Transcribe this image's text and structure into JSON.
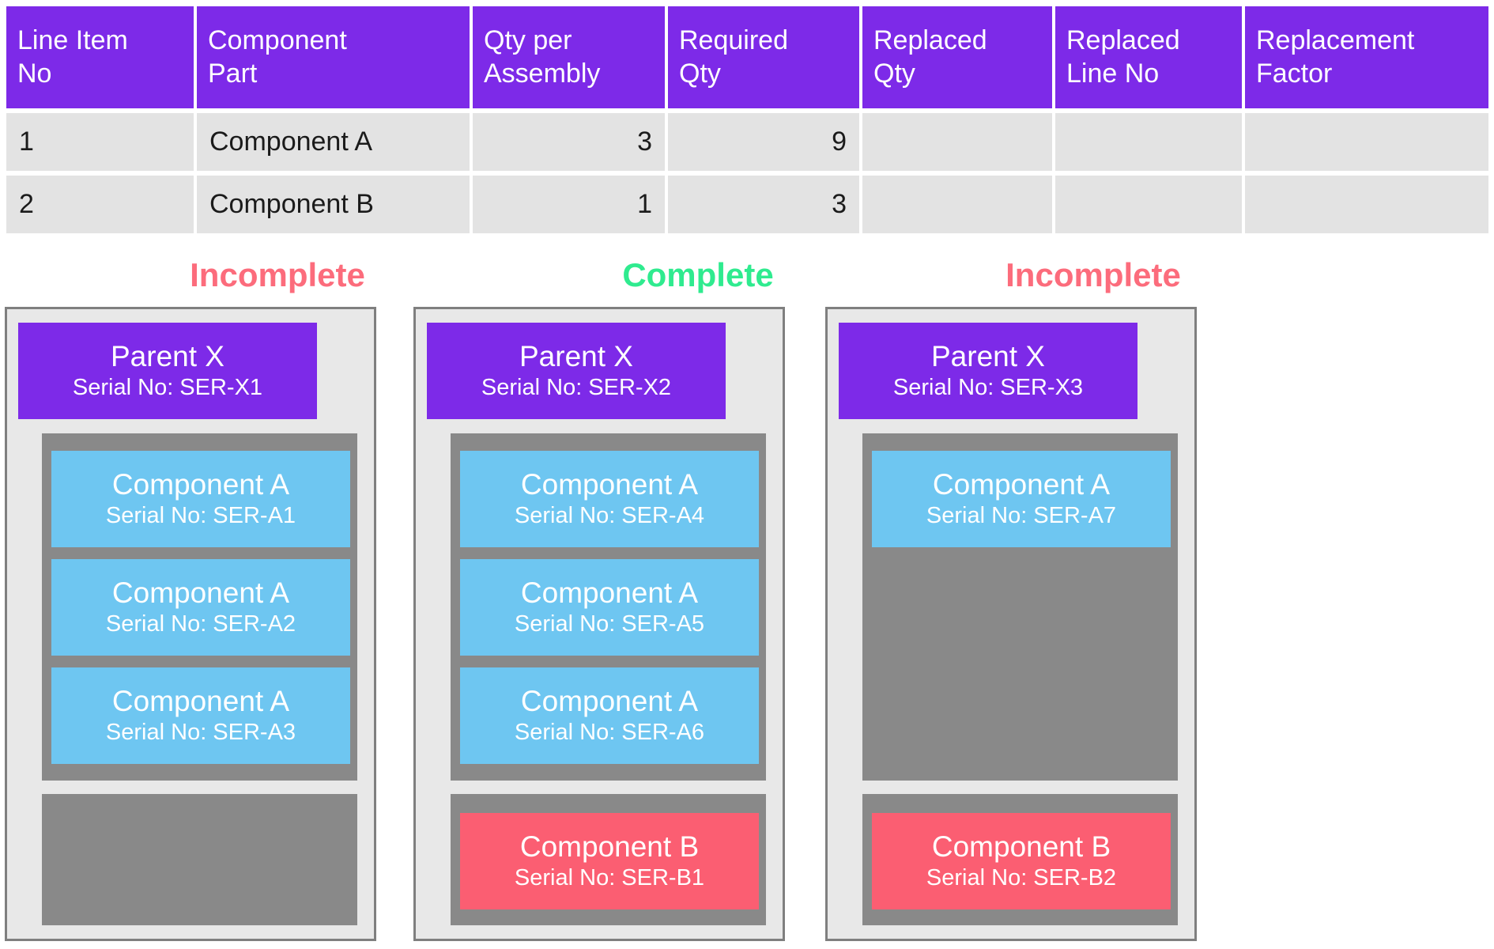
{
  "table": {
    "headers": [
      "Line Item\nNo",
      "Component\nPart",
      "Qty per\nAssembly",
      "Required\nQty",
      "Replaced\nQty",
      "Replaced\nLine No",
      "Replacement\nFactor"
    ],
    "rows": [
      [
        "1",
        "Component A",
        "3",
        "9",
        "",
        "",
        ""
      ],
      [
        "2",
        "Component B",
        "1",
        "3",
        "",
        "",
        ""
      ]
    ],
    "header_bg": "#7D2AE8",
    "header_text_color": "#FFFFFF",
    "row_bg": "#E3E3E3",
    "row_text_color": "#1B1B1B"
  },
  "panels": [
    {
      "status": "Incomplete",
      "status_color": "#FC6C7C",
      "parent": {
        "title": "Parent X",
        "serial": "Serial No: SER-X1"
      },
      "component_a_boxes": [
        {
          "title": "Component A",
          "serial": "Serial No: SER-A1"
        },
        {
          "title": "Component A",
          "serial": "Serial No: SER-A2"
        },
        {
          "title": "Component A",
          "serial": "Serial No: SER-A3"
        }
      ],
      "component_b_boxes": []
    },
    {
      "status": "Complete",
      "status_color": "#2FEB8F",
      "parent": {
        "title": "Parent X",
        "serial": "Serial No: SER-X2"
      },
      "component_a_boxes": [
        {
          "title": "Component A",
          "serial": "Serial No: SER-A4"
        },
        {
          "title": "Component A",
          "serial": "Serial No: SER-A5"
        },
        {
          "title": "Component A",
          "serial": "Serial No: SER-A6"
        }
      ],
      "component_b_boxes": [
        {
          "title": "Component B",
          "serial": "Serial No: SER-B1"
        }
      ]
    },
    {
      "status": "Incomplete",
      "status_color": "#FC6C7C",
      "parent": {
        "title": "Parent X",
        "serial": "Serial No: SER-X3"
      },
      "component_a_boxes": [
        {
          "title": "Component A",
          "serial": "Serial No: SER-A7"
        }
      ],
      "component_b_boxes": [
        {
          "title": "Component B",
          "serial": "Serial No: SER-B2"
        }
      ]
    }
  ],
  "colors": {
    "parent_box": "#7D2AE8",
    "component_a_box": "#6EC6F1",
    "component_b_box": "#FB5E72",
    "slot_container": "#898989",
    "panel_bg": "#E8E8E8",
    "panel_border": "#7F7F7F",
    "status_incomplete": "#FC6C7C",
    "status_complete": "#2FEB8F"
  }
}
